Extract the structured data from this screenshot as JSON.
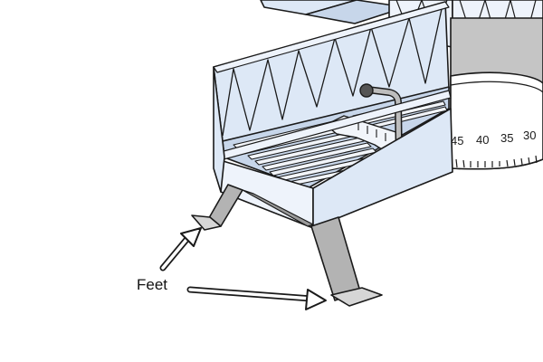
{
  "callout": {
    "label": "Feet"
  },
  "protractor_scale": {
    "labels": [
      "45",
      "40",
      "35",
      "30"
    ]
  },
  "colors": {
    "outline": "#1a1a1a",
    "box_face": "#dde8f6",
    "box_light": "#eef3fb",
    "box_shade": "#c7d6ea",
    "metal": "#b3b3b3",
    "metal_dark": "#8c8c8c",
    "rail": "#f2f5fa"
  }
}
